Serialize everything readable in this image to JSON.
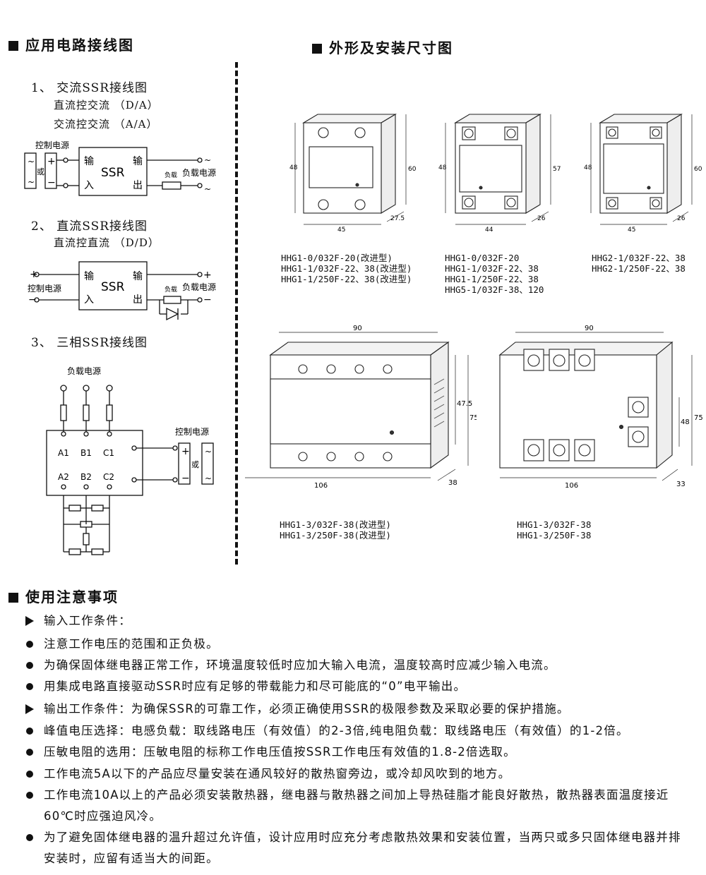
{
  "left_section": {
    "title": "应用电路接线图",
    "ac_title": "1、 交流SSR接线图",
    "ac_line1": "直流控交流 （D/A）",
    "ac_line2": "交流控交流 （A/A）",
    "dc_title": "2、 直流SSR接线图",
    "dc_line1": "直流控直流 （D/D）",
    "three_title": "3、 三相SSR接线图",
    "control_power": "控制电源",
    "load_power": "负载电源",
    "load": "负载",
    "ssr": "SSR",
    "in_top": "输",
    "in_bot": "入",
    "out_top": "输",
    "out_bot": "出",
    "or": "或",
    "plus": "+",
    "minus": "−",
    "tilde": "~",
    "three_labels": [
      "A1",
      "B1",
      "C1",
      "A2",
      "B2",
      "C2"
    ]
  },
  "right_section": {
    "title": "外形及安装尺寸图",
    "models_1": "HHG1-0/032F-20(改进型)\nHHG1-1/032F-22、38(改进型)\nHHG1-1/250F-22、38(改进型)",
    "models_2": "HHG1-0/032F-20\nHHG1-1/032F-22、38\nHHG1-1/250F-22、38\nHHG5-1/032F-38、120",
    "models_3": "HHG2-1/032F-22、38\nHHG2-1/250F-22、38",
    "models_4": "HHG1-3/032F-38(改进型)\nHHG1-3/250F-38(改进型)",
    "models_5": "HHG1-3/032F-38\nHHG1-3/250F-38",
    "dims": {
      "d45": "45",
      "d48": "48",
      "d60": "60",
      "d27": "27.5",
      "d44": "44",
      "d57": "57",
      "d26": "26",
      "d90": "90",
      "d106": "106",
      "d38": "38",
      "d475": "47.5",
      "d75": "75",
      "d33": "33"
    }
  },
  "notes": {
    "title": "使用注意事项",
    "items": [
      "输入工作条件：",
      "注意工作电压的范围和正负极。",
      "为确保固体继电器正常工作，环境温度较低时应加大输入电流，温度较高时应减少输入电流。",
      "用集成电路直接驱动SSR时应有足够的带载能力和尽可能底的“0”电平输出。",
      "输出工作条件：为确保SSR的可靠工作，必须正确使用SSR的极限参数及采取必要的保护措施。",
      "峰值电压选择：电感负载：取线路电压（有效值）的2-3倍,纯电阻负载：取线路电压（有效值）的1-2倍。",
      "压敏电阻的选用：压敏电阻的标称工作电压值按SSR工作电压有效值的1.8-2倍选取。",
      "工作电流5A以下的产品应尽量安装在通风较好的散热窗旁边，或冷却风吹到的地方。",
      "工作电流10A以上的产品必须安装散热器，继电器与散热器之间加上导热硅脂才能良好散热，散热器表面温度接近60℃时应强迫风冷。",
      "为了避免固体继电器的温升超过允许值，设计应用时应充分考虑散热效果和安装位置，当两只或多只固体继电器并排安装时，应留有适当大的间距。"
    ]
  }
}
